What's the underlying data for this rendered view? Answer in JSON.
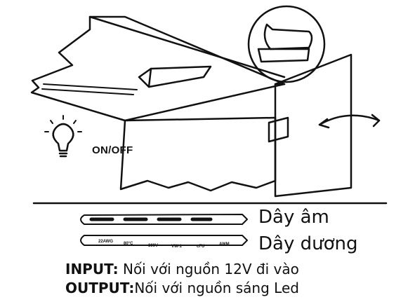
{
  "switch_label": "ON/OFF",
  "wires": {
    "negative_label": "Dây âm",
    "positive_label": "Dây dương",
    "print_marks": [
      "22AWG",
      "80°C",
      "300V",
      "VW-1",
      "cFU",
      "AWM"
    ]
  },
  "notes": {
    "input_key": "INPUT:",
    "input_text": " Nối với nguồn 12V đi vào",
    "output_key": "OUTPUT:",
    "output_text": "Nối với nguồn sáng Led"
  },
  "icons": [
    "lightbulb-icon",
    "swing-arrow-icon",
    "zoom-detail-icon"
  ]
}
